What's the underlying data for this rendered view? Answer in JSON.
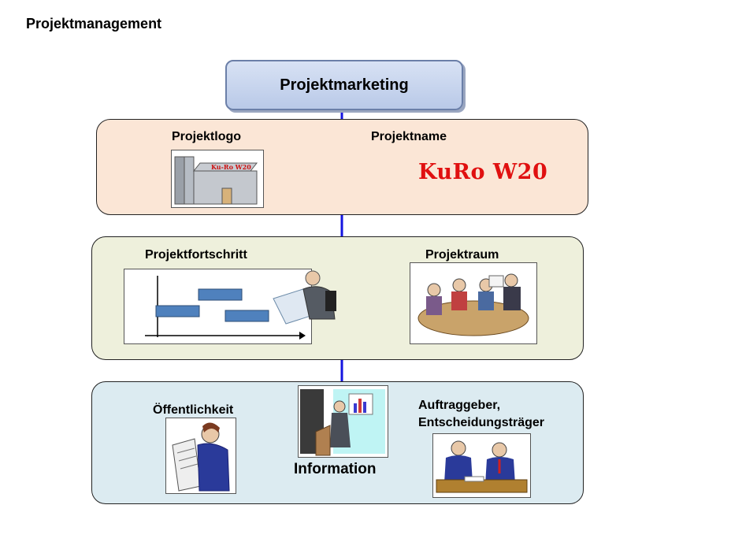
{
  "page_title": "Projektmanagement",
  "top": {
    "label": "Projektmarketing"
  },
  "row1": {
    "left_label": "Projektlogo",
    "right_label": "Projektname",
    "logo_text": "Ku-Ro W20",
    "project_name": "KuRo W20"
  },
  "row2": {
    "left_label": "Projektfortschritt",
    "right_label": "Projektraum"
  },
  "row3": {
    "left_label": "Öffentlichkeit",
    "center_label": "Information",
    "right_label_line1": "Auftraggeber,",
    "right_label_line2": "Entscheidungsträger"
  },
  "colors": {
    "arrow": "#1515e0",
    "name": "#e01010"
  }
}
